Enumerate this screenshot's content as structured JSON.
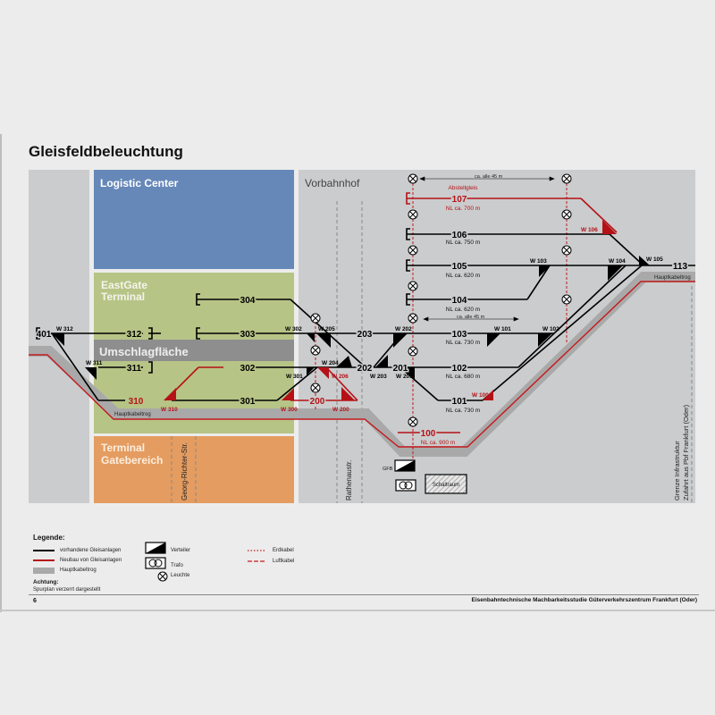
{
  "title": "Gleisfeldbeleuchtung",
  "areas": {
    "logistic_center": "Logistic Center",
    "eastgate_terminal_1": "EastGate",
    "eastgate_terminal_2": "Terminal",
    "umschlagflaeche": "Umschlagfläche",
    "terminal_gate_1": "Terminal",
    "terminal_gate_2": "Gatebereich",
    "vorbahnhof": "Vorbahnhof"
  },
  "colors": {
    "logistic_center": "#6688b9",
    "eastgate": "#b6c486",
    "umschlag": "#8e8e8e",
    "terminal_gate": "#e49c60",
    "ground": "#cbcccd",
    "existing_track": "#000000",
    "new_track": "#b51217",
    "cable_trough": "#a9a9a9",
    "background": "#ececec"
  },
  "streets": {
    "georg_richter": "Georg-Richter-Str.",
    "rathenau": "Rathenaustr.",
    "border_1": "Grenze Infrastruktur",
    "border_2": "Zufahrt aus Pbf Frankfurt (Oder)"
  },
  "tracks": {
    "t401": "401",
    "t312": "312",
    "t311": "311",
    "t310": "310",
    "t304": "304",
    "t303": "303",
    "t302": "302",
    "t301": "301",
    "t203": "203",
    "t202": "202",
    "t201": "201",
    "t200": "200",
    "t107": "107",
    "t106": "106",
    "t105": "105",
    "t104": "104",
    "t103": "103",
    "t102": "102",
    "t101": "101",
    "t100": "100",
    "t113": "113"
  },
  "lengths": {
    "t107": "NL ca. 700 m",
    "t106": "NL ca. 750 m",
    "t105": "NL ca. 620 m",
    "t104": "NL ca. 620 m",
    "t103": "NL ca. 730 m",
    "t102": "NL ca. 680 m",
    "t101": "NL ca. 730 m",
    "t100": "NL ca. 900 m"
  },
  "switches": {
    "w312": "W 312",
    "w311": "W 311",
    "w310": "W 310",
    "w300": "W 300",
    "w301": "W 301",
    "w302": "W 302",
    "w205": "W 205",
    "w204": "W 204",
    "w206": "W 206",
    "w200": "W 200",
    "w203": "W 203",
    "w202": "W 202",
    "w201": "W 201",
    "w100": "W 100",
    "w101": "W 101",
    "w102": "W 102",
    "w103": "W 103",
    "w104": "W 104",
    "w105": "W 105",
    "w106": "W 106"
  },
  "annotations": {
    "abstellgleis": "Abstellgleis",
    "spacing_top": "ca. alle 45 m",
    "spacing_mid": "ca. alle 45 m",
    "hauptkabeltrog_left": "Hauptkabeltrog",
    "hauptkabeltrog_right": "Hauptkabeltrog",
    "gfb": "GFB",
    "schaltraum": "Schaltraum"
  },
  "legend": {
    "title": "Legende:",
    "existing": "vorhandene Gleisanlagen",
    "new": "Neubau von Gleisanlagen",
    "trough": "Hauptkabeltrog",
    "verteiler": "Verteiler",
    "trafo": "Trafo",
    "leuchte": "Leuchte",
    "erdkabel": "Erdkabel",
    "luftkabel": "Luftkabel",
    "attention_title": "Achtung:",
    "attention_text": "Spurplan verzerrt dargestellt"
  },
  "footer": {
    "page_number": "6",
    "text": "Eisenbahntechnische Machbarkeitsstudie   Güterverkehrszentrum Frankfurt (Oder)"
  }
}
